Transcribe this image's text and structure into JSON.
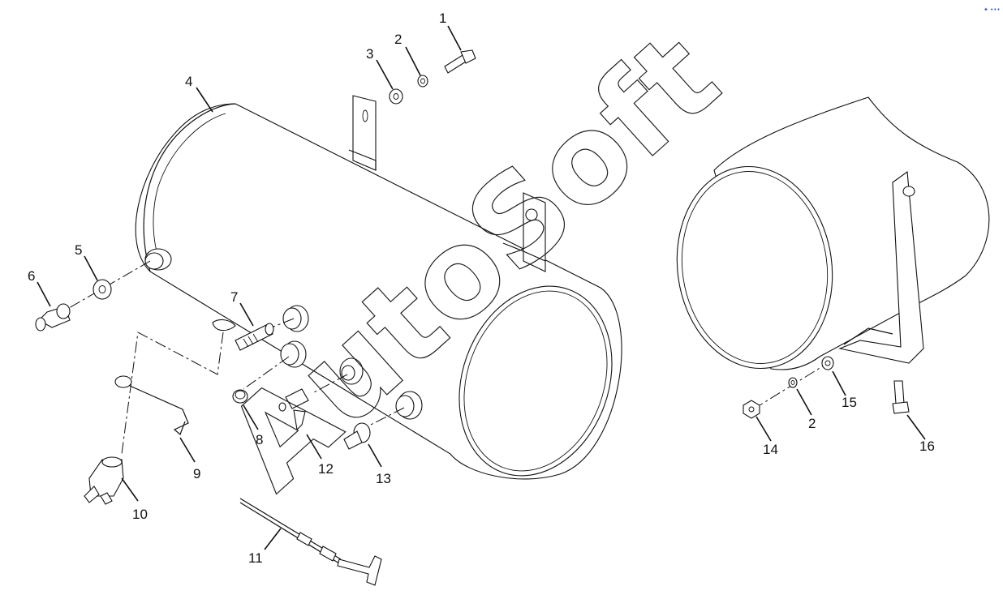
{
  "watermark": "AutoSoft",
  "corner_mark": "✦ •••",
  "callouts": {
    "c1": "1",
    "c2a": "2",
    "c3": "3",
    "c4": "4",
    "c5": "5",
    "c6": "6",
    "c7": "7",
    "c8": "8",
    "c9": "9",
    "c10": "10",
    "c11": "11",
    "c12": "12",
    "c13": "13",
    "c14": "14",
    "c2b": "2",
    "c15": "15",
    "c16": "16"
  }
}
